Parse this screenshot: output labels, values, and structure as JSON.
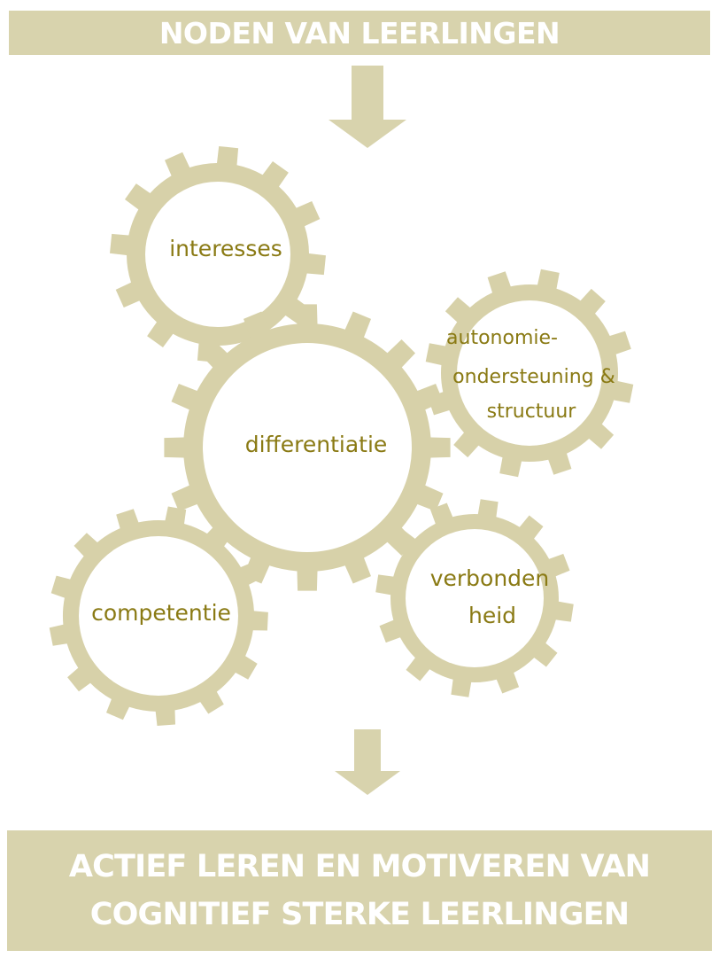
{
  "colors": {
    "accent": "#d8d3ad",
    "gear_fill": "#d7d1a9",
    "label_text": "#8a7a14",
    "banner_text": "#ffffff"
  },
  "banner_top": {
    "text": "NODEN VAN LEERLINGEN"
  },
  "gears": {
    "interesses": {
      "label": "interesses"
    },
    "differentiatie": {
      "label": "differentiatie"
    },
    "autonomie": {
      "line1": "autonomie-",
      "line2": "ondersteuning &",
      "line3": "structuur"
    },
    "verbondenheid": {
      "line1": "verbonden",
      "line2": "heid"
    },
    "competentie": {
      "label": "competentie"
    }
  },
  "banner_bottom": {
    "line1": "ACTIEF LEREN EN MOTIVEREN VAN",
    "line2": "COGNITIEF STERKE LEERLINGEN"
  }
}
